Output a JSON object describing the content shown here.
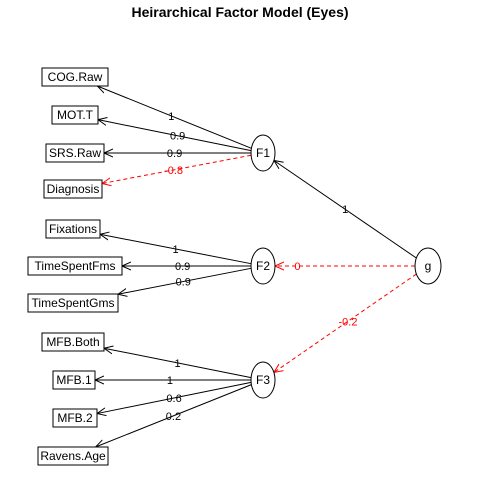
{
  "title": "Heirarchical Factor Model (Eyes)",
  "colors": {
    "positive": "#000000",
    "negative": "#ff0000"
  },
  "observed": [
    {
      "id": "cog",
      "label": "COG.Raw"
    },
    {
      "id": "mot",
      "label": "MOT.T"
    },
    {
      "id": "srs",
      "label": "SRS.Raw"
    },
    {
      "id": "diag",
      "label": "Diagnosis"
    },
    {
      "id": "fix",
      "label": "Fixations"
    },
    {
      "id": "tsf",
      "label": "TimeSpentFms"
    },
    {
      "id": "tsg",
      "label": "TimeSpentGms"
    },
    {
      "id": "mfbb",
      "label": "MFB.Both"
    },
    {
      "id": "mfb1",
      "label": "MFB.1"
    },
    {
      "id": "mfb2",
      "label": "MFB.2"
    },
    {
      "id": "rav",
      "label": "Ravens.Age"
    }
  ],
  "latent": [
    {
      "id": "F1",
      "label": "F1"
    },
    {
      "id": "F2",
      "label": "F2"
    },
    {
      "id": "F3",
      "label": "F3"
    },
    {
      "id": "g",
      "label": "g"
    }
  ],
  "edges": [
    {
      "from": "F1",
      "to": "cog",
      "label": "1",
      "negative": false
    },
    {
      "from": "F1",
      "to": "mot",
      "label": "0.9",
      "negative": false
    },
    {
      "from": "F1",
      "to": "srs",
      "label": "0.9",
      "negative": false
    },
    {
      "from": "F1",
      "to": "diag",
      "label": "-0.8",
      "negative": true
    },
    {
      "from": "F2",
      "to": "fix",
      "label": "1",
      "negative": false
    },
    {
      "from": "F2",
      "to": "tsf",
      "label": "0.9",
      "negative": false
    },
    {
      "from": "F2",
      "to": "tsg",
      "label": "0.9",
      "negative": false
    },
    {
      "from": "F3",
      "to": "mfbb",
      "label": "1",
      "negative": false
    },
    {
      "from": "F3",
      "to": "mfb1",
      "label": "1",
      "negative": false
    },
    {
      "from": "F3",
      "to": "mfb2",
      "label": "0.6",
      "negative": false
    },
    {
      "from": "F3",
      "to": "rav",
      "label": "0.2",
      "negative": false
    },
    {
      "from": "g",
      "to": "F1",
      "label": "1",
      "negative": false
    },
    {
      "from": "g",
      "to": "F2",
      "label": "0",
      "negative": true
    },
    {
      "from": "g",
      "to": "F3",
      "label": "-0.2",
      "negative": true
    }
  ]
}
